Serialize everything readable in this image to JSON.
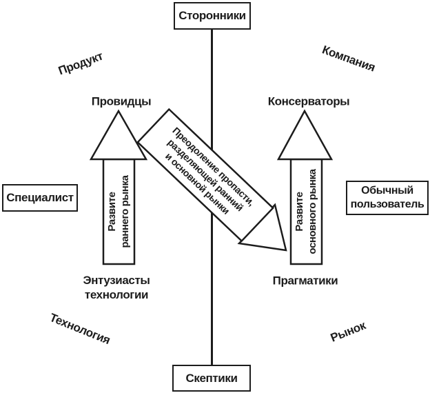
{
  "boxes": {
    "top": "Сторонники",
    "bottom": "Скептики",
    "left": "Специалист",
    "right_line1": "Обычный",
    "right_line2": "пользователь"
  },
  "corner_labels": {
    "top_left": "Продукт",
    "top_right": "Компания",
    "bottom_left": "Технология",
    "bottom_right": "Рынок"
  },
  "segment_labels": {
    "visionaries": "Провидцы",
    "conservatives": "Консерваторы",
    "enthusiasts_line1": "Энтузиасты",
    "enthusiasts_line2": "технологии",
    "pragmatists": "Прагматики"
  },
  "arrows": {
    "early_market": {
      "line1": "Развите",
      "line2": "раннего рынка"
    },
    "main_market": {
      "line1": "Развите",
      "line2": "основного рынка"
    },
    "chasm": {
      "line1": "Преодоление пропасти,",
      "line2": "разделяющей ранний",
      "line3": "и основной рынки"
    }
  },
  "colors": {
    "ink": "#1c1c1c",
    "background": "#ffffff"
  }
}
